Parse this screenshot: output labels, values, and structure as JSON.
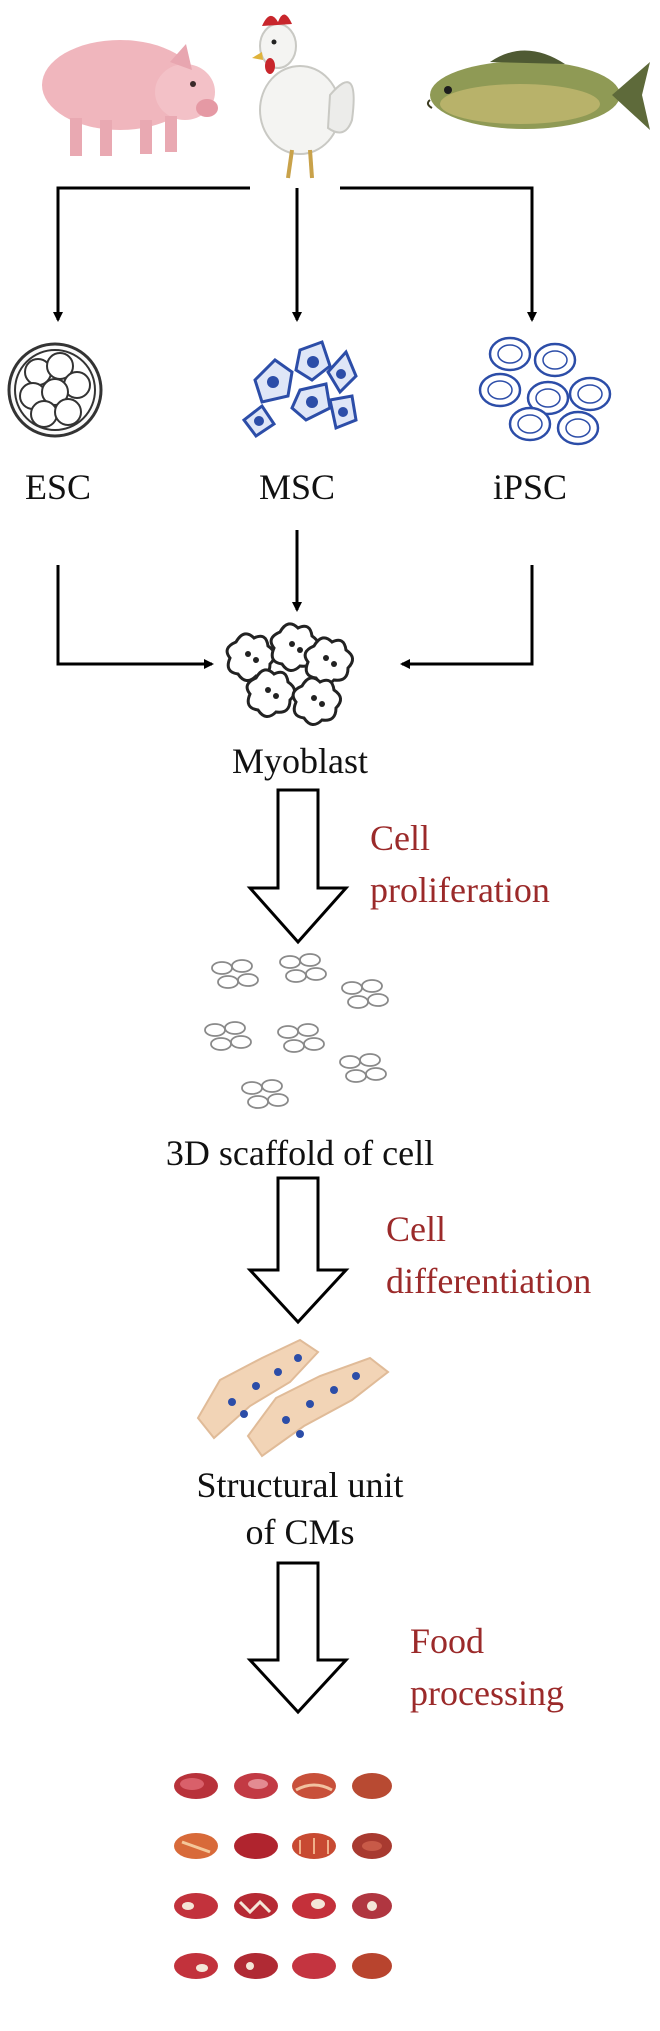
{
  "sources": {
    "pig": "pig-image",
    "chicken": "chicken-image",
    "fish": "fish-image"
  },
  "cells": {
    "esc": "ESC",
    "msc": "MSC",
    "ipsc": "iPSC"
  },
  "stages": {
    "myoblast": "Myoblast",
    "scaffold": "3D scaffold of cell",
    "structural_line1": "Structural unit",
    "structural_line2": "of CMs"
  },
  "steps": {
    "proliferation_line1": "Cell",
    "proliferation_line2": "proliferation",
    "differentiation_line1": "Cell",
    "differentiation_line2": "differentiation",
    "food_line1": "Food",
    "food_line2": "processing"
  },
  "colors": {
    "step_text": "#9b2a2a",
    "cell_blue": "#2c4da8",
    "tissue": "#f2d4b6",
    "meat": "#b8323a"
  }
}
